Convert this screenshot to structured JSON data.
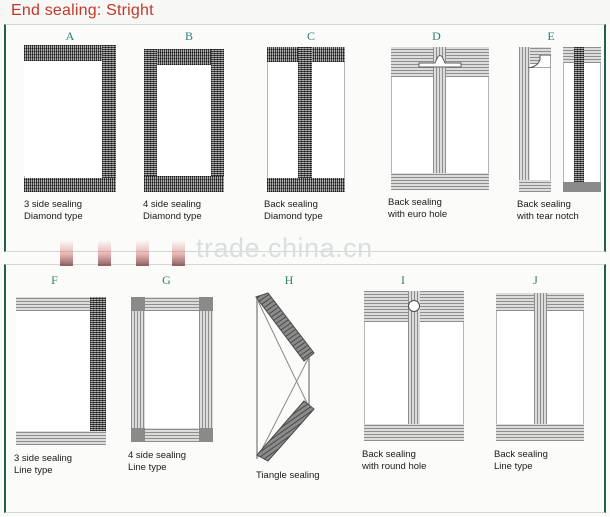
{
  "header": {
    "title": "End sealing: Stright",
    "title_color": "#c0392b"
  },
  "watermark": {
    "text": "trade.china.cn",
    "color": "#d9dede"
  },
  "theme": {
    "panel_border": "#27604a",
    "letter_color": "#2f7f6a",
    "seal_dark": "#6d6d6d",
    "seal_line": "#b9b9b9",
    "background": "#fbfbfa"
  },
  "figures": [
    {
      "letter": "A",
      "caption": "3 side sealing\nDiamond type",
      "seal_style": "diamond",
      "sides": "3"
    },
    {
      "letter": "B",
      "caption": "4 side sealing\nDiamond type",
      "seal_style": "diamond",
      "sides": "4"
    },
    {
      "letter": "C",
      "caption": "Back sealing\nDiamond type",
      "seal_style": "diamond",
      "sides": "back"
    },
    {
      "letter": "D",
      "caption": "Back sealing\nwith euro hole",
      "seal_style": "line",
      "sides": "back",
      "feature": "euro-hole"
    },
    {
      "letter": "E",
      "caption": "Back sealing\nwith tear notch",
      "seal_style": "line",
      "sides": "back",
      "feature": "tear-notch"
    },
    {
      "letter": "F",
      "caption": "3 side sealing\nLine type",
      "seal_style": "line",
      "sides": "3"
    },
    {
      "letter": "G",
      "caption": "4 side sealing\nLine type",
      "seal_style": "line",
      "sides": "4"
    },
    {
      "letter": "H",
      "caption": "Tiangle sealing",
      "seal_style": "diamond",
      "sides": "triangle"
    },
    {
      "letter": "I",
      "caption": "Back sealing\nwith round hole",
      "seal_style": "line",
      "sides": "back",
      "feature": "round-hole"
    },
    {
      "letter": "J",
      "caption": "Back sealing\nLine type",
      "seal_style": "line",
      "sides": "back"
    }
  ]
}
